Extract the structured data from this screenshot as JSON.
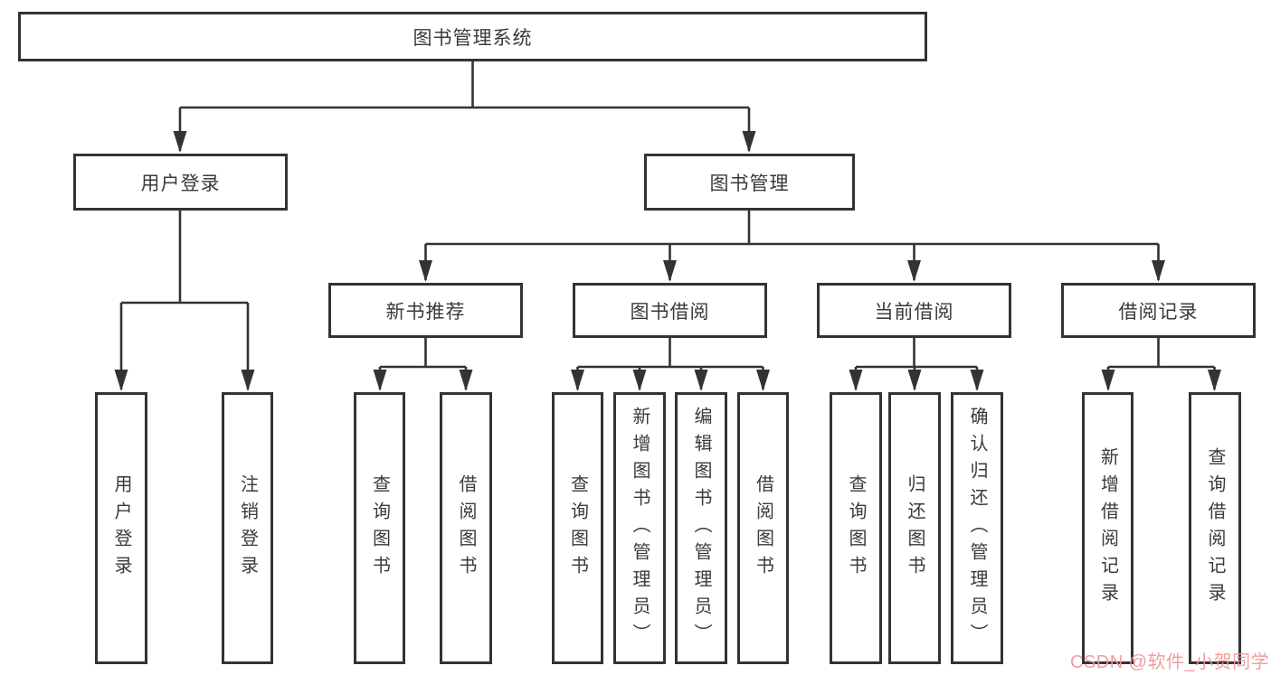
{
  "diagram": {
    "title": "图书管理系统",
    "root": {
      "label": "图书管理系统"
    },
    "branches": [
      {
        "id": "user-login",
        "label": "用户登录"
      },
      {
        "id": "book-management",
        "label": "图书管理"
      }
    ],
    "modules": [
      {
        "id": "new-book-recommend",
        "label": "新书推荐",
        "parent": "图书管理"
      },
      {
        "id": "book-borrow",
        "label": "图书借阅",
        "parent": "图书管理"
      },
      {
        "id": "current-borrow",
        "label": "当前借阅",
        "parent": "图书管理"
      },
      {
        "id": "borrow-records",
        "label": "借阅记录",
        "parent": "图书管理"
      }
    ],
    "leaves": [
      {
        "id": "leaf-user-login",
        "label": "用户登录",
        "parent": "用户登录"
      },
      {
        "id": "leaf-logout",
        "label": "注销登录",
        "parent": "用户登录"
      },
      {
        "id": "leaf-query-books-recommend",
        "label": "查询图书",
        "parent": "新书推荐"
      },
      {
        "id": "leaf-borrow-books-recommend",
        "label": "借阅图书",
        "parent": "新书推荐"
      },
      {
        "id": "leaf-query-books-borrow",
        "label": "查询图书",
        "parent": "图书借阅"
      },
      {
        "id": "leaf-add-book-admin",
        "label": "新增图书（管理员）",
        "parent": "图书借阅"
      },
      {
        "id": "leaf-edit-book-admin",
        "label": "编辑图书（管理员）",
        "parent": "图书借阅"
      },
      {
        "id": "leaf-borrow-books-borrow",
        "label": "借阅图书",
        "parent": "图书借阅"
      },
      {
        "id": "leaf-query-books-current",
        "label": "查询图书",
        "parent": "当前借阅"
      },
      {
        "id": "leaf-return-book",
        "label": "归还图书",
        "parent": "当前借阅"
      },
      {
        "id": "leaf-confirm-return-admin",
        "label": "确认归还（管理员）",
        "parent": "当前借阅"
      },
      {
        "id": "leaf-add-borrow-record",
        "label": "新增借阅记录",
        "parent": "借阅记录"
      },
      {
        "id": "leaf-query-borrow-record",
        "label": "查询借阅记录",
        "parent": "借阅记录"
      }
    ]
  },
  "watermark": {
    "text": "CSDN @软件_小贺同学",
    "color": "#ef9696"
  },
  "colors": {
    "line": "#333333",
    "box_border": "#333333",
    "text": "#3a3a3a",
    "background": "#ffffff"
  }
}
